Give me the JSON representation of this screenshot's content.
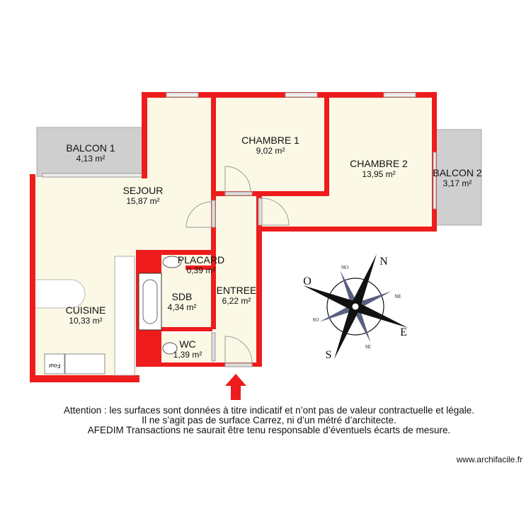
{
  "plan": {
    "rooms": [
      {
        "name": "BALCON 1",
        "area": "4,13 m²"
      },
      {
        "name": "SEJOUR",
        "area": "15,87 m²"
      },
      {
        "name": "CHAMBRE 1",
        "area": "9,02 m²"
      },
      {
        "name": "CHAMBRE 2",
        "area": "13,95 m²"
      },
      {
        "name": "BALCON 2",
        "area": "3,17 m²"
      },
      {
        "name": "PLACARD",
        "area": "0,39 m²"
      },
      {
        "name": "SDB",
        "area": "4,34 m²"
      },
      {
        "name": "ENTREE",
        "area": "6,22 m²"
      },
      {
        "name": "CUISINE",
        "area": "10,33 m²"
      },
      {
        "name": "WC",
        "area": "1,39 m²"
      }
    ],
    "oven_label": "Four",
    "colors": {
      "wall": "#ee1c1c",
      "floor": "#fbf8e6",
      "balcony": "#cfcfcf",
      "entry_arrow": "#ee1c1c"
    }
  },
  "compass": {
    "n": "N",
    "e": "E",
    "s": "S",
    "o": "O",
    "ne": "NE",
    "no": "NO",
    "se": "SE",
    "so": "SO"
  },
  "disclaimer": [
    "Attention : les surfaces sont données à titre indicatif et n’ont pas de valeur contractuelle et légale.",
    "Il ne s’agit pas de surface Carrez, ni d’un métré d’architecte.",
    "AFEDIM Transactions ne saurait être tenu responsable d’éventuels écarts de mesure."
  ],
  "website": "www.archifacile.fr"
}
